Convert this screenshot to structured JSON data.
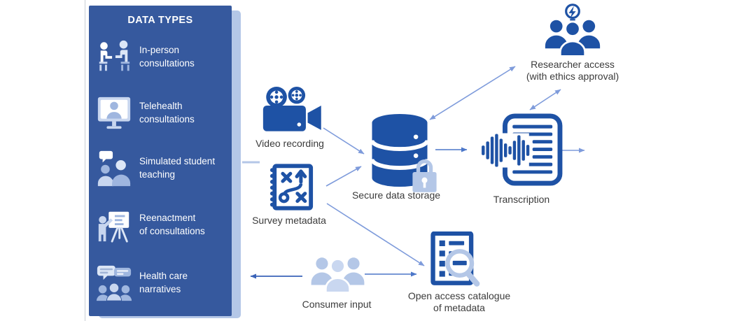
{
  "sidebar": {
    "title": "DATA TYPES",
    "items": [
      {
        "icon": "in-person-consultations-icon",
        "lines": [
          "In-person",
          "consultations"
        ]
      },
      {
        "icon": "telehealth-consultations-icon",
        "lines": [
          "Telehealth",
          "consultations"
        ]
      },
      {
        "icon": "simulated-student-teaching-icon",
        "lines": [
          "Simulated student",
          "teaching"
        ]
      },
      {
        "icon": "reenactment-of-consultations-icon",
        "lines": [
          "Reenactment",
          "of consultations"
        ]
      },
      {
        "icon": "health-care-narratives-icon",
        "lines": [
          "Health care",
          "narratives"
        ]
      }
    ]
  },
  "nodes": {
    "video_recording": {
      "label": "Video recording",
      "icon": "video-camera-icon"
    },
    "survey_metadata": {
      "label": "Survey metadata",
      "icon": "survey-strategy-icon"
    },
    "secure_data_storage": {
      "label": "Secure data storage",
      "icon": "database-icon",
      "overlay_icon": "padlock-icon"
    },
    "transcription": {
      "label": "Transcription",
      "icon": "waveform-document-icon"
    },
    "researcher_access": {
      "lines": [
        "Researcher access",
        "(with ethics approval)"
      ],
      "icon": "research-team-idea-icon"
    },
    "consumer_input": {
      "label": "Consumer input",
      "icon": "consumer-group-icon"
    },
    "open_access_catalogue": {
      "lines": [
        "Open access catalogue",
        "of metadata"
      ],
      "icon": "catalogue-search-icon"
    }
  },
  "connections": [
    {
      "from": "video-recording",
      "to": "secure-data-storage",
      "type": "arrow"
    },
    {
      "from": "survey-metadata",
      "to": "secure-data-storage",
      "type": "arrow"
    },
    {
      "from": "survey-metadata",
      "to": "open-access-catalogue",
      "type": "arrow"
    },
    {
      "from": "secure-data-storage",
      "to": "researcher-access",
      "type": "double-arrow"
    },
    {
      "from": "transcription",
      "to": "researcher-access",
      "type": "double-arrow"
    },
    {
      "from": "secure-data-storage",
      "to": "transcription",
      "type": "arrow"
    },
    {
      "from": "transcription",
      "to": "right-edge",
      "type": "arrow"
    },
    {
      "from": "consumer-input",
      "to": "open-access-catalogue",
      "type": "arrow"
    },
    {
      "from": "consumer-input",
      "to": "data-types-panel",
      "type": "arrow"
    }
  ],
  "colors": {
    "panel_background": "#36599E",
    "panel_shadow": "#B4C7E7",
    "icon_primary_blue": "#1E52A5",
    "icon_light_blue": "#B4C7E7",
    "arrow_light": "#7E9BDB",
    "arrow_medium": "#4C77C9",
    "arrow_dark": "#3A63B8",
    "label_text": "#3B3B3B"
  }
}
